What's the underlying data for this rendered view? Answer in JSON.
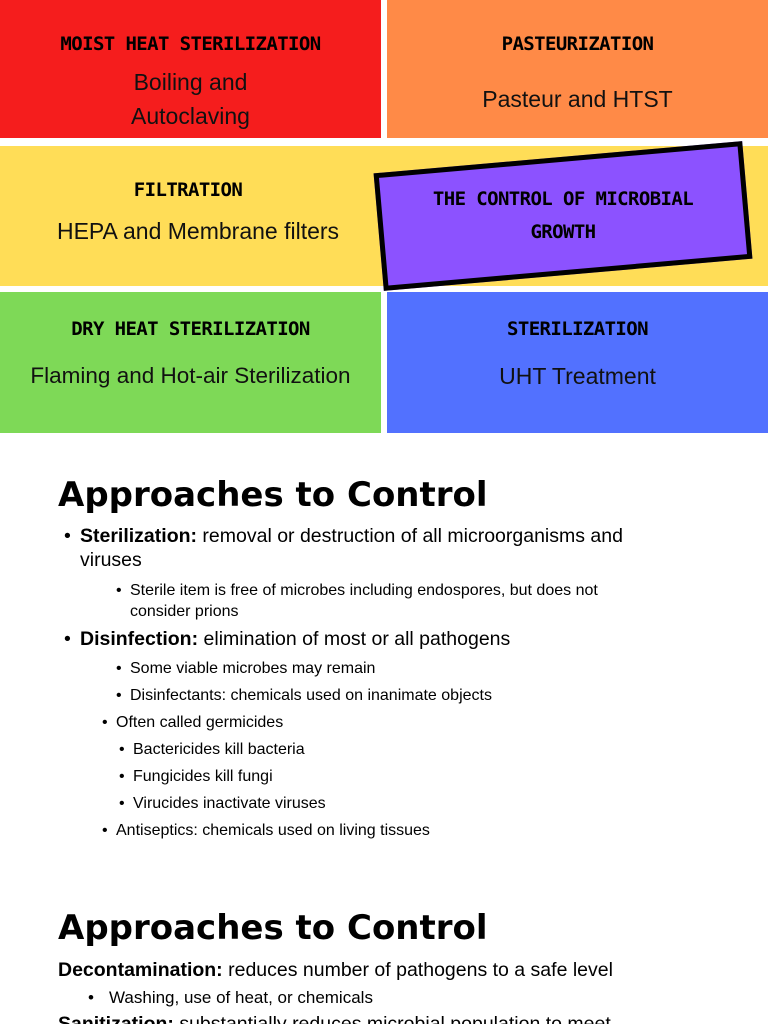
{
  "grid": {
    "moist": {
      "title": "MOIST HEAT STERILIZATION",
      "desc_line1": "Boiling and",
      "desc_line2": "Autoclaving",
      "color": "#f51d1d"
    },
    "pasteurization": {
      "title": "PASTEURIZATION",
      "desc": "Pasteur and HTST",
      "color": "#ff8a47"
    },
    "filtration": {
      "title": "FILTRATION",
      "desc": "HEPA and Membrane filters",
      "color": "#ffdd57"
    },
    "center": {
      "line1": "THE CONTROL OF MICROBIAL",
      "line2": "GROWTH",
      "color": "#8c52ff"
    },
    "dry": {
      "title": "DRY HEAT STERILIZATION",
      "desc": "Flaming and Hot-air Sterilization",
      "color": "#7ed957"
    },
    "sterilization": {
      "title": "STERILIZATION",
      "desc": "UHT Treatment",
      "color": "#5271ff"
    }
  },
  "slide1": {
    "heading": "Approaches to Control",
    "bullet_char": "•",
    "items": [
      {
        "term": "Sterilization:",
        "text_line1": " removal or destruction of all microorganisms and",
        "text_line2": "viruses"
      },
      {
        "text_line1": "Sterile item is free of microbes including endospores, but does not",
        "text_line2": "consider prions"
      },
      {
        "term": "Disinfection:",
        "text": " elimination of most or all pathogens"
      },
      {
        "text": "Some viable microbes may remain"
      },
      {
        "text": "Disinfectants: chemicals used on inanimate objects"
      },
      {
        "text": "Often called germicides"
      },
      {
        "text": "Bactericides kill bacteria"
      },
      {
        "text": "Fungicides kill fungi"
      },
      {
        "text": "Virucides inactivate viruses"
      },
      {
        "text": "Antiseptics: chemicals used on living tissues"
      }
    ]
  },
  "slide2": {
    "heading": "Approaches to Control",
    "items": [
      {
        "term": "Decontamination:",
        "text": " reduces number of pathogens to a safe level"
      },
      {
        "text": "Washing, use of heat, or chemicals"
      },
      {
        "term": "Sanitization:",
        "text": " substantially reduces microbial population to meet"
      }
    ]
  }
}
